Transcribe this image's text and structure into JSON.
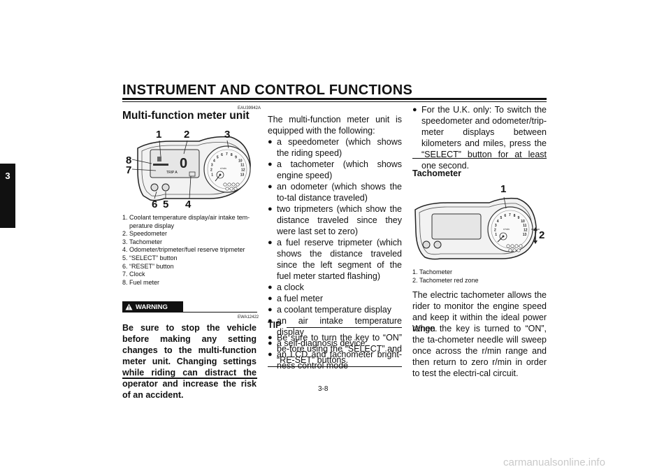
{
  "header": {
    "title": "INSTRUMENT AND CONTROL FUNCTIONS"
  },
  "chapter_tab": "3",
  "left_column": {
    "code": "EAU39942A",
    "title": "Multi-function meter unit",
    "figure_labels": [
      "1",
      "2",
      "3",
      "8",
      "7",
      "6",
      "5",
      "4"
    ],
    "legend": [
      {
        "n": "1.",
        "text": "Coolant temperature display/air intake tem-perature display"
      },
      {
        "n": "2.",
        "text": "Speedometer"
      },
      {
        "n": "3.",
        "text": "Tachometer"
      },
      {
        "n": "4.",
        "text": "Odometer/tripmeter/fuel reserve tripmeter"
      },
      {
        "n": "5.",
        "text": "“SELECT” button"
      },
      {
        "n": "6.",
        "text": "“RESET” button"
      },
      {
        "n": "7.",
        "text": "Clock"
      },
      {
        "n": "8.",
        "text": "Fuel meter"
      }
    ],
    "warning_label": "WARNING",
    "warning_code": "EWA12422",
    "warning_text": "Be sure to stop the vehicle before making any setting changes to the multi-function meter unit. Changing settings while riding can distract the operator and increase the risk of an accident."
  },
  "middle_column": {
    "intro": "The multi-function meter unit is equipped with the following:",
    "items": [
      "a speedometer (which shows the riding speed)",
      "a tachometer (which shows engine speed)",
      "an odometer (which shows the to-tal distance traveled)",
      "two tripmeters (which show the distance traveled since they were last set to zero)",
      "a fuel reserve tripmeter (which shows the distance traveled since the left segment of the fuel meter started flashing)",
      "a clock",
      "a fuel meter",
      "a coolant temperature display",
      "an air intake temperature display",
      "a self-diagnosis device",
      "an LCD and tachometer bright-ness control mode"
    ],
    "tip_label": "TIP",
    "tip_items": [
      "Be sure to turn the key to “ON” be-fore using the “SELECT” and “RE-SET” buttons."
    ]
  },
  "right_column": {
    "uk_item": "For the U.K. only: To switch the speedometer and odometer/trip-meter displays between kilometers and miles, press the “SELECT” button for at least one second.",
    "subhead": "Tachometer",
    "figure_labels": [
      "1",
      "2"
    ],
    "legend": [
      {
        "n": "1.",
        "text": "Tachometer"
      },
      {
        "n": "2.",
        "text": "Tachometer red zone"
      }
    ],
    "para1": "The electric tachometer allows the rider to monitor the engine speed and keep it within the ideal power range.",
    "para2": "When the key is turned to “ON”, the ta-chometer needle will sweep once across the r/min range and then return to zero r/min in order to test the electri-cal circuit."
  },
  "page_number": "3-8",
  "watermark": "carmanualsonline.info",
  "gauge_numbers": [
    "1",
    "2",
    "3",
    "4",
    "5",
    "6",
    "7",
    "8",
    "9",
    "10",
    "11",
    "12",
    "13"
  ]
}
